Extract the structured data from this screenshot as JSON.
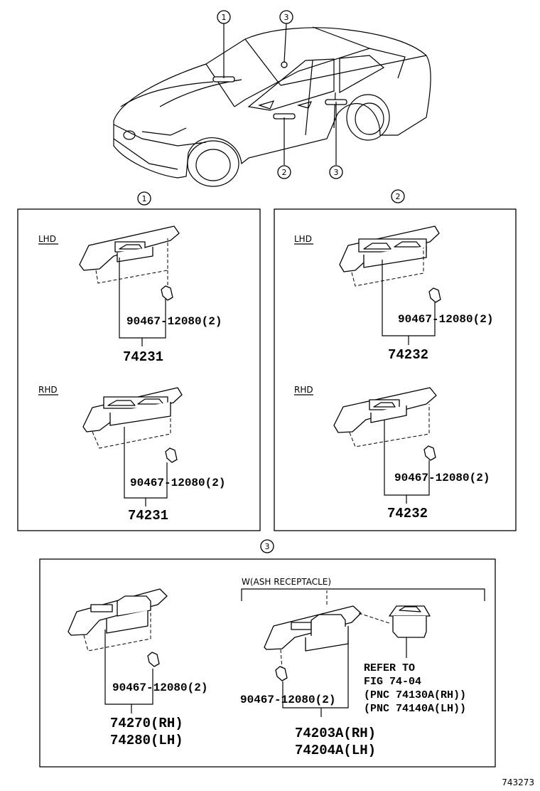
{
  "callouts": {
    "one": "1",
    "two": "2",
    "three": "3"
  },
  "panel1": {
    "lhd": {
      "side": "LHD",
      "screw": "90467-12080(2)",
      "part": "74231"
    },
    "rhd": {
      "side": "RHD",
      "screw": "90467-12080(2)",
      "part": "74231"
    }
  },
  "panel2": {
    "lhd": {
      "side": "LHD",
      "screw": "90467-12080(2)",
      "part": "74232"
    },
    "rhd": {
      "side": "RHD",
      "screw": "90467-12080(2)",
      "part": "74232"
    }
  },
  "panel3": {
    "left": {
      "screw": "90467-12080(2)",
      "part_rh": "74270(RH)",
      "part_lh": "74280(LH)"
    },
    "right": {
      "header": "W(ASH RECEPTACLE)",
      "screw": "90467-12080(2)",
      "part_rh": "74203A(RH)",
      "part_lh": "74204A(LH)",
      "refer_line1": "REFER TO",
      "refer_line2": "FIG 74-04",
      "refer_line3": "(PNC 74130A(RH))",
      "refer_line4": "(PNC 74140A(LH))"
    }
  },
  "figure_number": "743273"
}
